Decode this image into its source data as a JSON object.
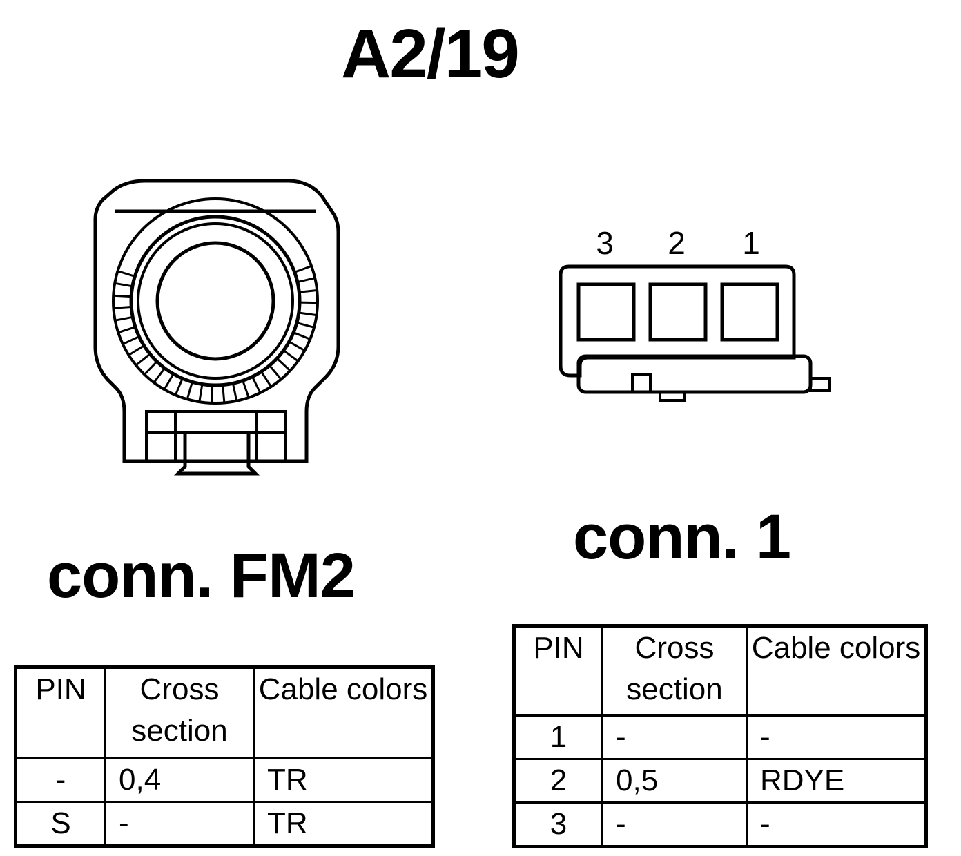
{
  "title": "A2/19",
  "connectors": [
    {
      "name": "conn. FM2",
      "headers": [
        "PIN",
        "Cross section",
        "Cable colors"
      ],
      "rows": [
        {
          "pin": "-",
          "cross_section": "0,4",
          "cable_color": "TR"
        },
        {
          "pin": "S",
          "cross_section": "-",
          "cable_color": "TR"
        }
      ]
    },
    {
      "name": "conn. 1",
      "pin_labels": [
        "3",
        "2",
        "1"
      ],
      "headers": [
        "PIN",
        "Cross section",
        "Cable colors"
      ],
      "rows": [
        {
          "pin": "1",
          "cross_section": "-",
          "cable_color": "-"
        },
        {
          "pin": "2",
          "cross_section": "0,5",
          "cable_color": "RDYE"
        },
        {
          "pin": "3",
          "cross_section": "-",
          "cable_color": "-"
        }
      ]
    }
  ]
}
